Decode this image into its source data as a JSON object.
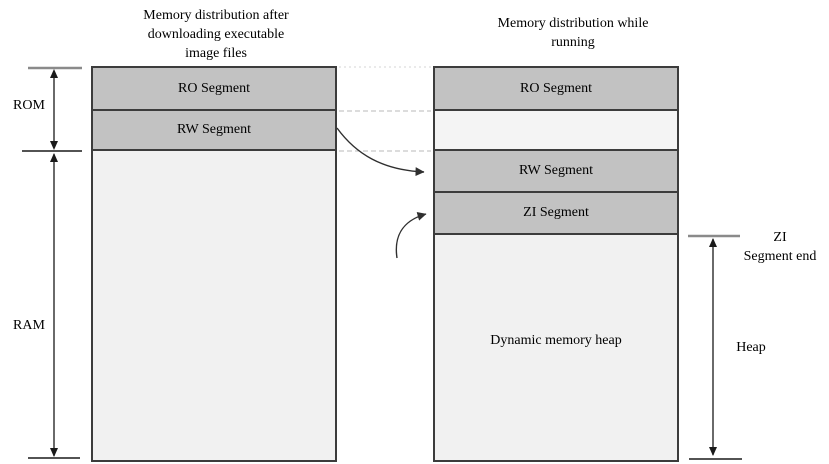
{
  "left_column": {
    "title_lines": [
      "Memory distribution after",
      "downloading executable",
      "image files"
    ],
    "segments": [
      {
        "label": "RO Segment"
      },
      {
        "label": "RW Segment"
      }
    ]
  },
  "right_column": {
    "title_lines": [
      "Memory distribution while",
      "running"
    ],
    "segments": [
      {
        "label": "RO Segment"
      },
      {
        "label": "RW Segment"
      },
      {
        "label": "ZI Segment"
      },
      {
        "label": "Dynamic memory heap"
      }
    ]
  },
  "annotations": {
    "rom_label": "ROM",
    "ram_label": "RAM",
    "zi_end_lines": [
      "ZI",
      "Segment end"
    ],
    "heap_label": "Heap"
  },
  "colors": {
    "segment_fill": "#c2c2c2",
    "base_fill": "#f1f1f1",
    "gap_fill": "#f4f4f4",
    "box_border": "#3c3c3c",
    "connector_dashed": "#b8b8b8",
    "connector_dotted": "#d6d6d6",
    "tick_gray": "#8a8a8a",
    "ink": "#1a1a1a"
  }
}
